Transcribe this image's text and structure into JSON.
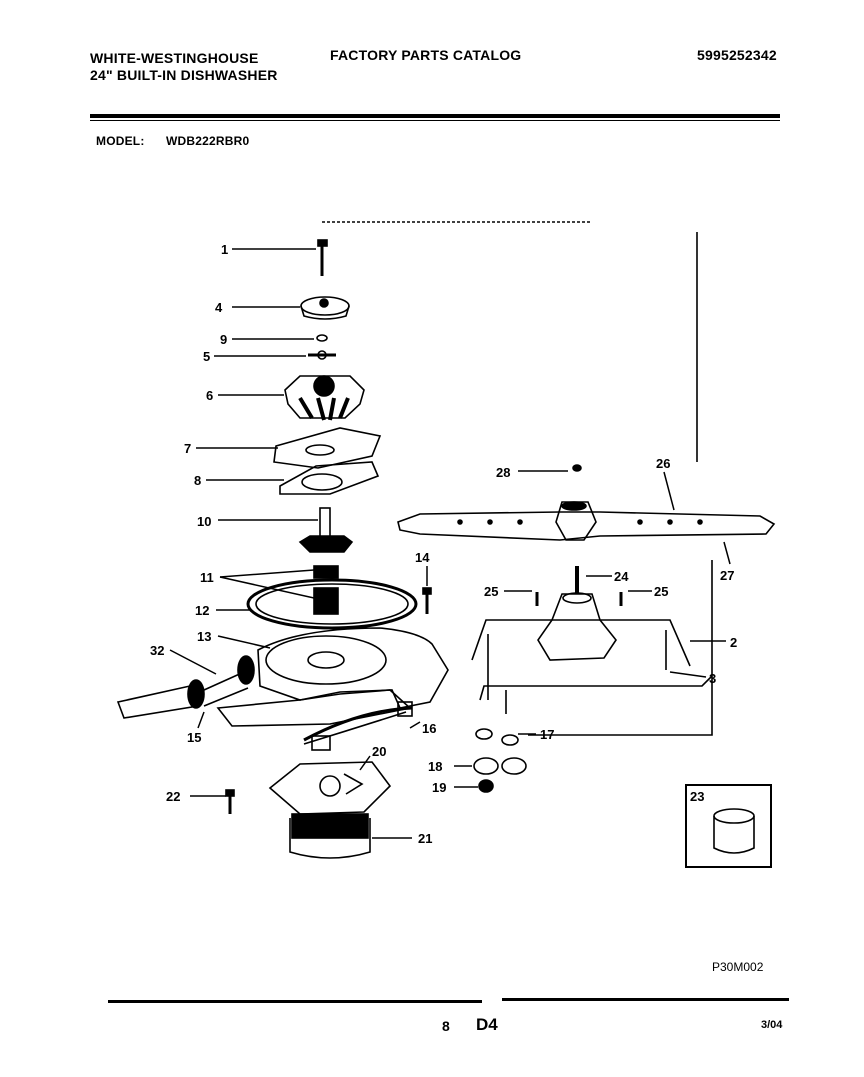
{
  "header": {
    "brand": "WHITE-WESTINGHOUSE",
    "product": "24\" BUILT-IN DISHWASHER",
    "catalog": "FACTORY PARTS CATALOG",
    "part_number": "5995252342",
    "model_label": "MODEL:",
    "model_value": "WDB222RBR0"
  },
  "diagram": {
    "callouts": [
      "1",
      "4",
      "9",
      "5",
      "6",
      "7",
      "8",
      "10",
      "11",
      "12",
      "13",
      "32",
      "15",
      "14",
      "16",
      "20",
      "22",
      "21",
      "26",
      "28",
      "24",
      "25",
      "25",
      "2",
      "3",
      "27",
      "17",
      "18",
      "19",
      "23"
    ],
    "drawing_code": "P30M002"
  },
  "footer": {
    "page": "8",
    "section": "D4",
    "date": "3/04"
  }
}
